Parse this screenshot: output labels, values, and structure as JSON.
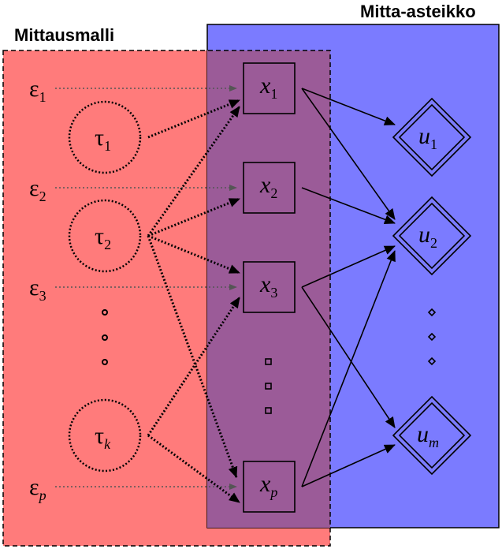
{
  "regions": {
    "measurement_model": {
      "title": "Mittausmalli",
      "color": "#ff7b7b"
    },
    "measurement_scale": {
      "title": "Mitta-asteikko",
      "color": "#7b7bff"
    },
    "overlap_color": "#9b5b98"
  },
  "errors": [
    {
      "base": "ε",
      "sub": "1"
    },
    {
      "base": "ε",
      "sub": "2"
    },
    {
      "base": "ε",
      "sub": "3"
    },
    {
      "base": "ε",
      "sub": "p"
    }
  ],
  "latents": [
    {
      "base": "τ",
      "sub": "1"
    },
    {
      "base": "τ",
      "sub": "2"
    },
    {
      "base": "τ",
      "sub": "k"
    }
  ],
  "items": [
    {
      "base": "x",
      "sub": "1"
    },
    {
      "base": "x",
      "sub": "2"
    },
    {
      "base": "x",
      "sub": "3"
    },
    {
      "base": "x",
      "sub": "p"
    }
  ],
  "scales": [
    {
      "base": "u",
      "sub": "1"
    },
    {
      "base": "u",
      "sub": "2"
    },
    {
      "base": "u",
      "sub": "m"
    }
  ]
}
